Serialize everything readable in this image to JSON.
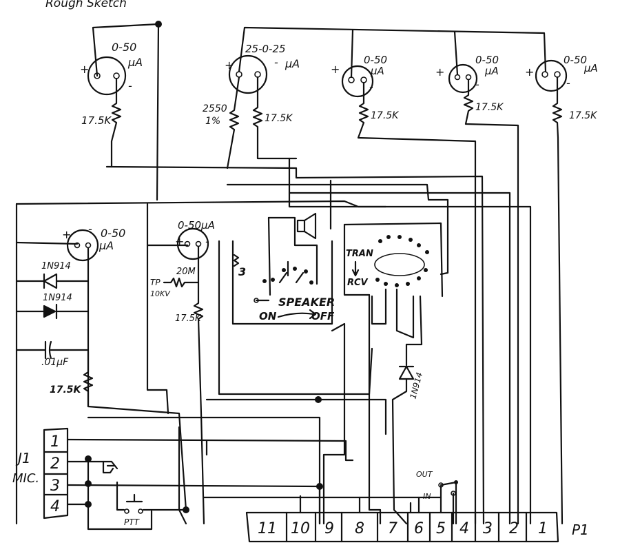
{
  "header": {
    "caption": "Rough Sketch"
  },
  "meters": {
    "m1": {
      "range": "0-50",
      "unit": "μA",
      "plus": "+",
      "minus": "-"
    },
    "m2": {
      "range": "25-0-25",
      "unit": "μA",
      "plus": "+",
      "minus": "-"
    },
    "m3": {
      "range": "0-50",
      "unit": "μA",
      "plus": "+",
      "minus": "-"
    },
    "m4": {
      "range": "0-50",
      "unit": "μA",
      "plus": "+",
      "minus": "-"
    },
    "m5": {
      "range": "0-50",
      "unit": "μA",
      "plus": "+",
      "minus": "-"
    },
    "m6": {
      "range": "0-50",
      "unit": "μA",
      "plus": "+",
      "minus": "-"
    },
    "m7": {
      "range": "0-50μA",
      "plus": "+",
      "minus": "-"
    }
  },
  "resistors": {
    "r1": "17.5K",
    "r2a": "2550",
    "r2a_tol": "1%",
    "r2b": "17.5K",
    "r3": "17.5K",
    "r4": "17.5K",
    "r5": "17.5K",
    "r6": "17.5K",
    "r7": "17.5K",
    "r8": "20M"
  },
  "components": {
    "diode1": "1N914",
    "diode2": "1N914",
    "diode3": "1N914",
    "cap": ".01μF",
    "tp": "TP",
    "tp_volt": "10KV"
  },
  "switches": {
    "speaker": "SPEAKER",
    "on": "ON",
    "off": "OFF",
    "tran": "TRAN",
    "rcv": "RCV",
    "out": "OUT",
    "in": "IN",
    "ptt": "PTT",
    "count3": "3"
  },
  "j1": {
    "name": "J1",
    "label": "MIC.",
    "pins": [
      "1",
      "2",
      "3",
      "4"
    ]
  },
  "p1": {
    "name": "P1",
    "pins": [
      "11",
      "10",
      "9",
      "8",
      "7",
      "6",
      "5",
      "4",
      "3",
      "2",
      "1"
    ]
  }
}
